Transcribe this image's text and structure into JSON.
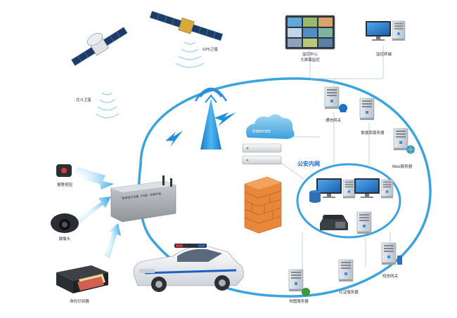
{
  "nodes": {
    "gps_satellite": {
      "label": "GPS卫星"
    },
    "beidou_satellite": {
      "label": "北斗卫星"
    },
    "monitor_center": {
      "label_line1": "监控中心",
      "label_line2": "大屏幕监控"
    },
    "monitor_station": {
      "label": "监控终端"
    },
    "comm_gateway": {
      "label": "通信网关"
    },
    "db_server": {
      "label": "数据库服务器"
    },
    "web_server": {
      "label": "Web服务器"
    },
    "sms_gateway": {
      "label": "短信网关"
    },
    "auth_server": {
      "label": "认证服务器"
    },
    "map_server": {
      "label": "地图服务器"
    },
    "internet_cloud": {
      "label": "Internet"
    },
    "public_security_network": {
      "label": "公安内网"
    },
    "alarm_button": {
      "label": "报警按钮"
    },
    "camera": {
      "label": "摄像头"
    },
    "id_reader": {
      "label": "身份识别器"
    },
    "vehicle_terminal": {
      "label": "畅享电子设备（中国）车载终端"
    }
  },
  "colors": {
    "ring_blue": "#3aa3e0",
    "arrow_blue": "#4ab3ee",
    "lightning_blue": "#1f8fd6",
    "network_label": "#1a66c2",
    "firewall_brick": "#e8863a"
  }
}
